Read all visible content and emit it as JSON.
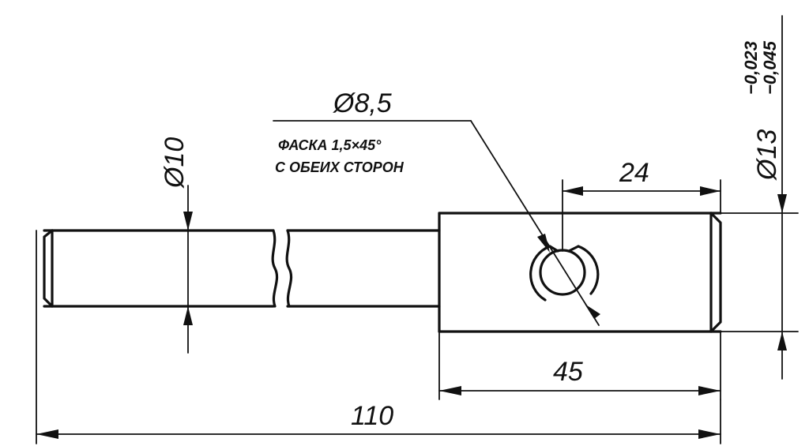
{
  "dimensions": {
    "d_pin": "Ø10",
    "d_hole": "Ø8,5",
    "d_head": "Ø13",
    "tol_upper": "−0,023",
    "tol_lower": "−0,045",
    "hole_offset": "24",
    "head_length": "45",
    "total_length": "110"
  },
  "note": {
    "line1": "ФАСКА 1,5×45°",
    "line2": "С ОБЕИХ СТОРОН"
  }
}
